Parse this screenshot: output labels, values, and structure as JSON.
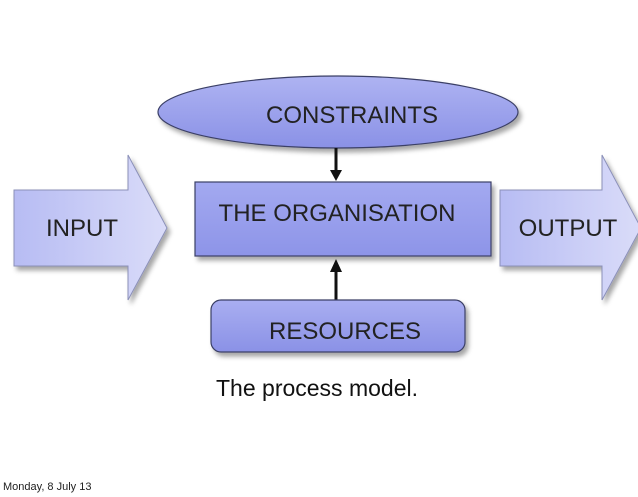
{
  "diagram": {
    "constraints_label": "CONSTRAINTS",
    "organisation_label": "THE ORGANISATION",
    "resources_label": "RESOURCES",
    "input_label": "INPUT",
    "output_label": "OUTPUT",
    "caption": "The process model."
  },
  "footer": {
    "date": "Monday, 8 July 13"
  },
  "colors": {
    "fill_light": "#c7cbf7",
    "fill_mid": "#9ea5ef",
    "fill_dark": "#7f87e4",
    "stroke": "#3b3f66",
    "text": "#222222"
  }
}
